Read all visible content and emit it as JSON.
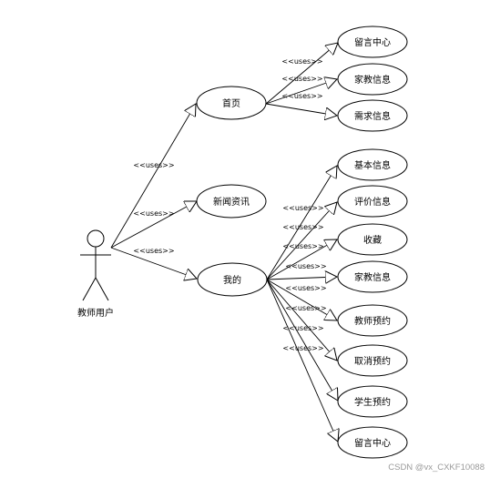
{
  "actor": {
    "name": "教师用户"
  },
  "stereotype": "<<uses>>",
  "level1": [
    {
      "id": "home",
      "label": "首页"
    },
    {
      "id": "news",
      "label": "新闻资讯"
    },
    {
      "id": "mine",
      "label": "我的"
    }
  ],
  "home_children": [
    "留言中心",
    "家教信息",
    "需求信息"
  ],
  "mine_children": [
    "基本信息",
    "评价信息",
    "收藏",
    "家教信息",
    "教师预约",
    "取消预约",
    "学生预约",
    "留言中心"
  ],
  "watermark": "CSDN @vx_CXKF10088"
}
